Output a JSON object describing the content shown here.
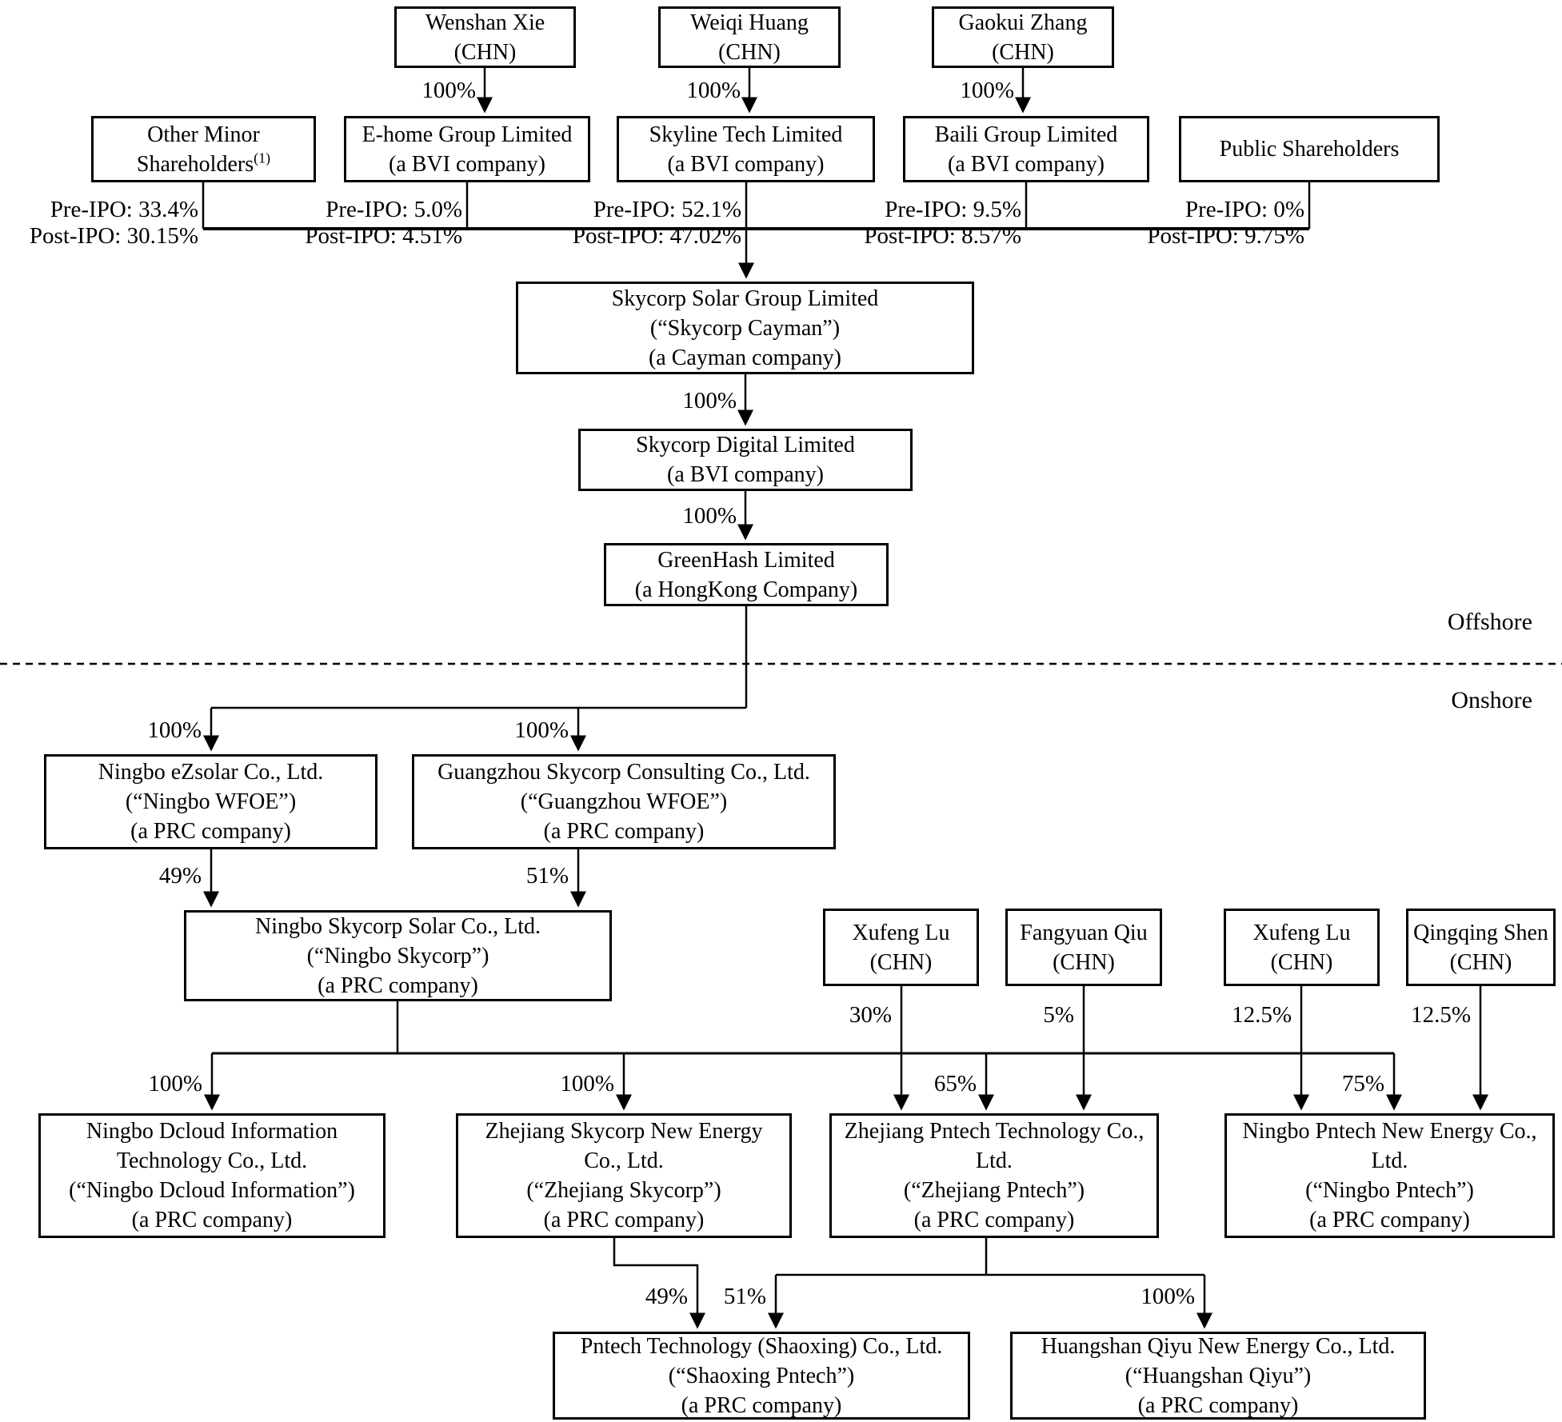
{
  "diagram": {
    "colors": {
      "line": "#000000",
      "background": "#ffffff",
      "text": "#000000"
    },
    "region_labels": {
      "offshore": "Offshore",
      "onshore": "Onshore"
    },
    "nodes": {
      "wenshan_xie": {
        "lines": [
          "Wenshan Xie",
          "(CHN)"
        ]
      },
      "weiqi_huang": {
        "lines": [
          "Weiqi Huang",
          "(CHN)"
        ]
      },
      "gaokui_zhang": {
        "lines": [
          "Gaokui Zhang",
          "(CHN)"
        ]
      },
      "other_minor": {
        "line1": "Other Minor",
        "line2": "Shareholders",
        "sup": "(1)"
      },
      "ehome_group": {
        "lines": [
          "E-home Group Limited",
          "(a BVI company)"
        ]
      },
      "skyline_tech": {
        "lines": [
          "Skyline Tech Limited",
          "(a BVI company)"
        ]
      },
      "baili_group": {
        "lines": [
          "Baili Group Limited",
          "(a BVI company)"
        ]
      },
      "public_shareholders": {
        "lines": [
          "Public Shareholders"
        ]
      },
      "skycorp_cayman": {
        "lines": [
          "Skycorp Solar Group Limited",
          "(“Skycorp Cayman”)",
          "(a Cayman company)"
        ]
      },
      "skycorp_digital": {
        "lines": [
          "Skycorp Digital Limited",
          "(a BVI company)"
        ]
      },
      "greenhash": {
        "lines": [
          "GreenHash Limited",
          "(a HongKong Company)"
        ]
      },
      "ningbo_wfoe": {
        "lines": [
          "Ningbo eZsolar Co., Ltd.",
          "(“Ningbo WFOE”)",
          "(a PRC company)"
        ]
      },
      "guangzhou_wfoe": {
        "lines": [
          "Guangzhou Skycorp Consulting Co., Ltd.",
          "(“Guangzhou WFOE”)",
          "(a PRC company)"
        ]
      },
      "ningbo_skycorp": {
        "lines": [
          "Ningbo Skycorp Solar Co., Ltd.",
          "(“Ningbo Skycorp”)",
          "(a PRC company)"
        ]
      },
      "xufeng_lu_1": {
        "lines": [
          "Xufeng Lu",
          "(CHN)"
        ]
      },
      "fangyuan_qiu": {
        "lines": [
          "Fangyuan Qiu",
          "(CHN)"
        ]
      },
      "xufeng_lu_2": {
        "lines": [
          "Xufeng Lu",
          "(CHN)"
        ]
      },
      "qingqing_shen": {
        "lines": [
          "Qingqing Shen",
          "(CHN)"
        ]
      },
      "ningbo_dcloud": {
        "lines": [
          "Ningbo Dcloud Information",
          "Technology Co., Ltd.",
          "(“Ningbo Dcloud Information”)",
          "(a PRC company)"
        ]
      },
      "zhejiang_skycorp": {
        "lines": [
          "Zhejiang Skycorp New Energy",
          "Co., Ltd.",
          "(“Zhejiang Skycorp”)",
          "(a PRC company)"
        ]
      },
      "zhejiang_pntech": {
        "lines": [
          "Zhejiang Pntech Technology Co.,",
          "Ltd.",
          "(“Zhejiang Pntech”)",
          "(a PRC company)"
        ]
      },
      "ningbo_pntech": {
        "lines": [
          "Ningbo Pntech New Energy Co.,",
          "Ltd.",
          "(“Ningbo Pntech”)",
          "(a PRC company)"
        ]
      },
      "shaoxing_pntech": {
        "lines": [
          "Pntech Technology (Shaoxing) Co., Ltd.",
          "(“Shaoxing Pntech”)",
          "(a PRC company)"
        ]
      },
      "huangshan_qiyu": {
        "lines": [
          "Huangshan Qiyu New Energy Co., Ltd.",
          "(“Huangshan Qiyu”)",
          "(a PRC company)"
        ]
      }
    },
    "edges": {
      "wenshan_to_ehome": "100%",
      "weiqi_to_skyline": "100%",
      "gaokui_to_baili": "100%",
      "cayman_to_digital": "100%",
      "digital_to_greenhash": "100%",
      "greenhash_to_ningbo_wfoe": "100%",
      "greenhash_to_guangzhou_wfoe": "100%",
      "ningbo_wfoe_to_ningbo_skycorp": "49%",
      "guangzhou_wfoe_to_ningbo_skycorp": "51%",
      "xufeng_lu_1_to_zhejiang_pntech": "30%",
      "fangyuan_qiu_to_zhejiang_pntech": "5%",
      "xufeng_lu_2_to_ningbo_pntech": "12.5%",
      "qingqing_shen_to_ningbo_pntech": "12.5%",
      "ningbo_skycorp_to_ningbo_dcloud": "100%",
      "ningbo_skycorp_to_zhejiang_skycorp": "100%",
      "ningbo_skycorp_to_zhejiang_pntech": "65%",
      "ningbo_skycorp_to_ningbo_pntech": "75%",
      "zhejiang_skycorp_to_shaoxing_pntech": "49%",
      "zhejiang_pntech_to_shaoxing_pntech": "51%",
      "zhejiang_pntech_to_huangshan_qiyu": "100%"
    },
    "shareholdings": {
      "other_minor": {
        "pre": "Pre-IPO: 33.4%",
        "post": "Post-IPO: 30.15%"
      },
      "ehome": {
        "pre": "Pre-IPO: 5.0%",
        "post": "Post-IPO: 4.51%"
      },
      "skyline": {
        "pre": "Pre-IPO: 52.1%",
        "post": "Post-IPO: 47.02%"
      },
      "baili": {
        "pre": "Pre-IPO: 9.5%",
        "post": "Post-IPO: 8.57%"
      },
      "public": {
        "pre": "Pre-IPO: 0%",
        "post": "Post-IPO: 9.75%"
      }
    }
  }
}
